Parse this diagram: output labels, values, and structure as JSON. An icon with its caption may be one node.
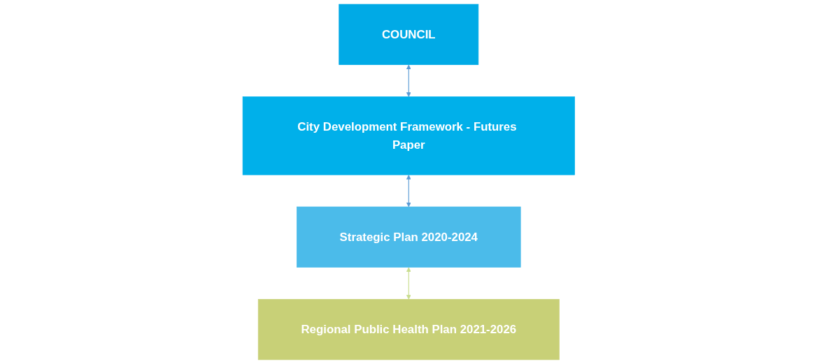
{
  "diagram": {
    "nodes": [
      {
        "text": [
          "COUNCIL"
        ]
      },
      {
        "text": [
          "City Development Framework - Futures Paper"
        ]
      },
      {
        "text": [
          "Strategic Plan 2020-2024"
        ]
      },
      {
        "text": [
          "Regional Public Health Plan 2021-2026"
        ]
      }
    ],
    "edges": [
      {
        "from": 0,
        "to": 1,
        "arrow": "both"
      },
      {
        "from": 1,
        "to": 2,
        "arrow": "both"
      },
      {
        "from": 2,
        "to": 3,
        "arrow": "both",
        "color": "#c9dd8e"
      }
    ]
  }
}
